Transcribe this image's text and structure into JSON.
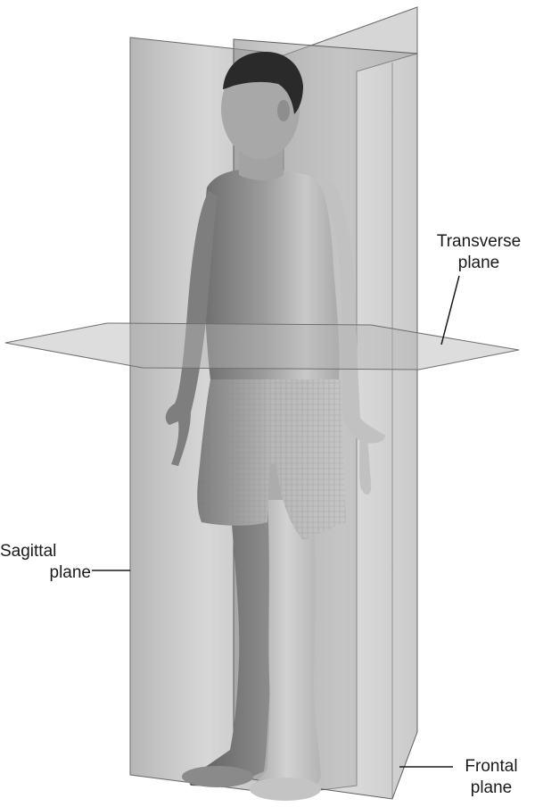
{
  "labels": {
    "transverse": {
      "line1": "Transverse",
      "line2": "plane"
    },
    "sagittal": {
      "line1": "Sagittal",
      "line2": "plane"
    },
    "frontal": {
      "line1": "Frontal",
      "line2": "plane"
    }
  },
  "colors": {
    "background": "#ffffff",
    "plane_fill": "#9a9a9a",
    "plane_edge": "#5f5f5f",
    "skin": "#b9b9b9",
    "skin_shadow": "#7d7d7d",
    "hair": "#2a2a2a",
    "shorts": "#a8a8a8",
    "leader_line": "#1a1a1a"
  }
}
